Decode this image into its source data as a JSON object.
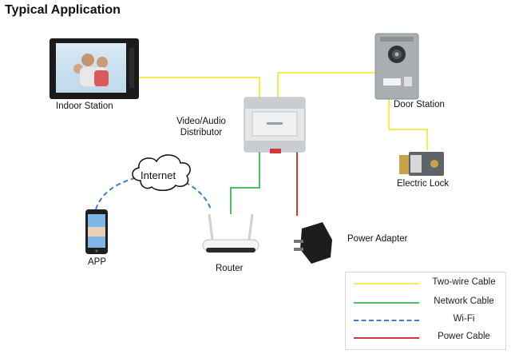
{
  "title": "Typical Application",
  "devices": {
    "indoor_station": "Indoor Station",
    "door_station": "Door Station",
    "distributor": "Video/Audio Distributor",
    "electric_lock": "Electric Lock",
    "app": "APP",
    "router": "Router",
    "power_adapter": "Power Adapter",
    "internet": "Internet"
  },
  "legend": [
    {
      "label": "Two-wire Cable",
      "color": "#f5ec55",
      "style": "solid"
    },
    {
      "label": "Network Cable",
      "color": "#4fbf63",
      "style": "solid"
    },
    {
      "label": "Wi-Fi",
      "color": "#3f7fc9",
      "style": "dashed"
    },
    {
      "label": "Power Cable",
      "color": "#d23a3a",
      "style": "solid"
    }
  ]
}
